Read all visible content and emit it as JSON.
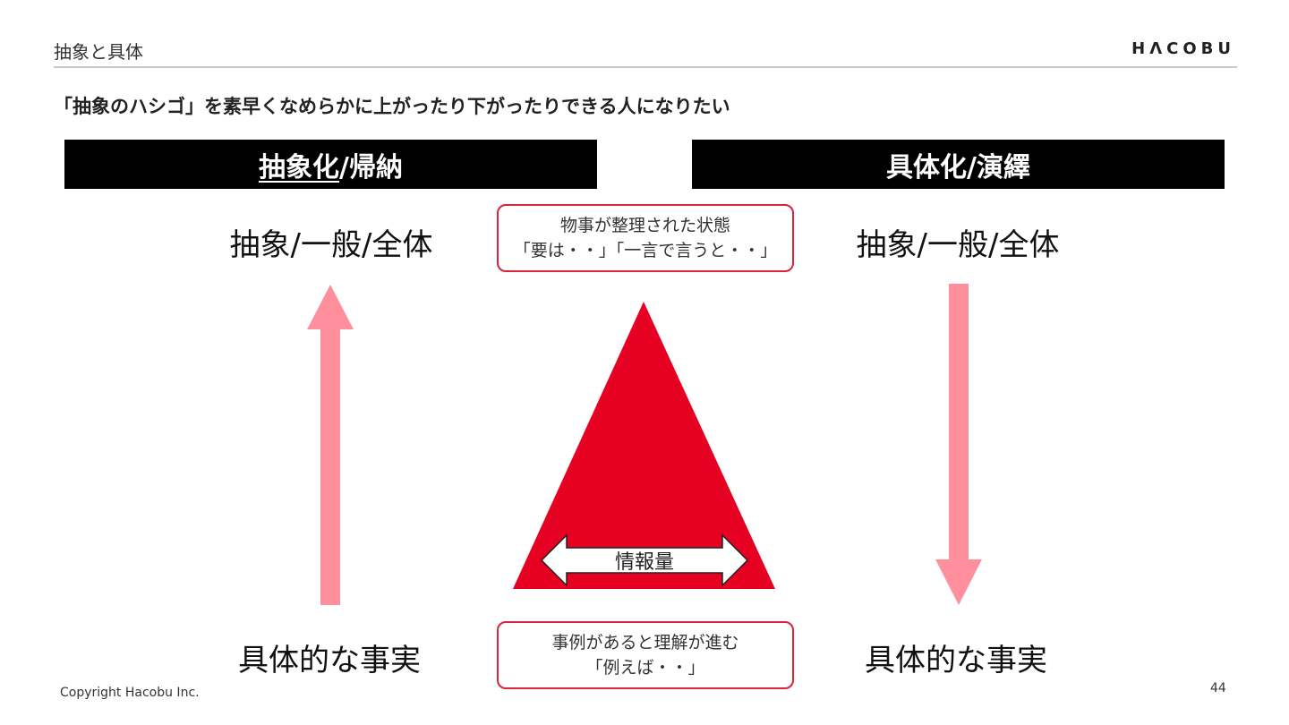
{
  "header": {
    "title": "抽象と具体",
    "logo": "HΛCOBU"
  },
  "subtitle": "「抽象のハシゴ」を素早くなめらかに上がったり下がったりできる人になりたい",
  "left_panel": {
    "band_underlined": "抽象化",
    "band_rest": "/帰納",
    "top_label": "抽象/一般/全体",
    "bottom_label": "具体的な事実"
  },
  "right_panel": {
    "band": "具体化/演繹",
    "top_label": "抽象/一般/全体",
    "bottom_label": "具体的な事実"
  },
  "callout_top": {
    "line1": "物事が整理された状態",
    "line2": "「要は・・」「一言で言うと・・」"
  },
  "callout_bottom": {
    "line1": "事例があると理解が進む",
    "line2": "「例えば・・」"
  },
  "triangle": {
    "arrow_label": "情報量"
  },
  "colors": {
    "triangle": "#e60022",
    "arrow": "#ff8f9c",
    "callout_border": "#d9243b"
  },
  "footer": {
    "copyright": "Copyright Hacobu Inc.",
    "page_number": "44"
  }
}
